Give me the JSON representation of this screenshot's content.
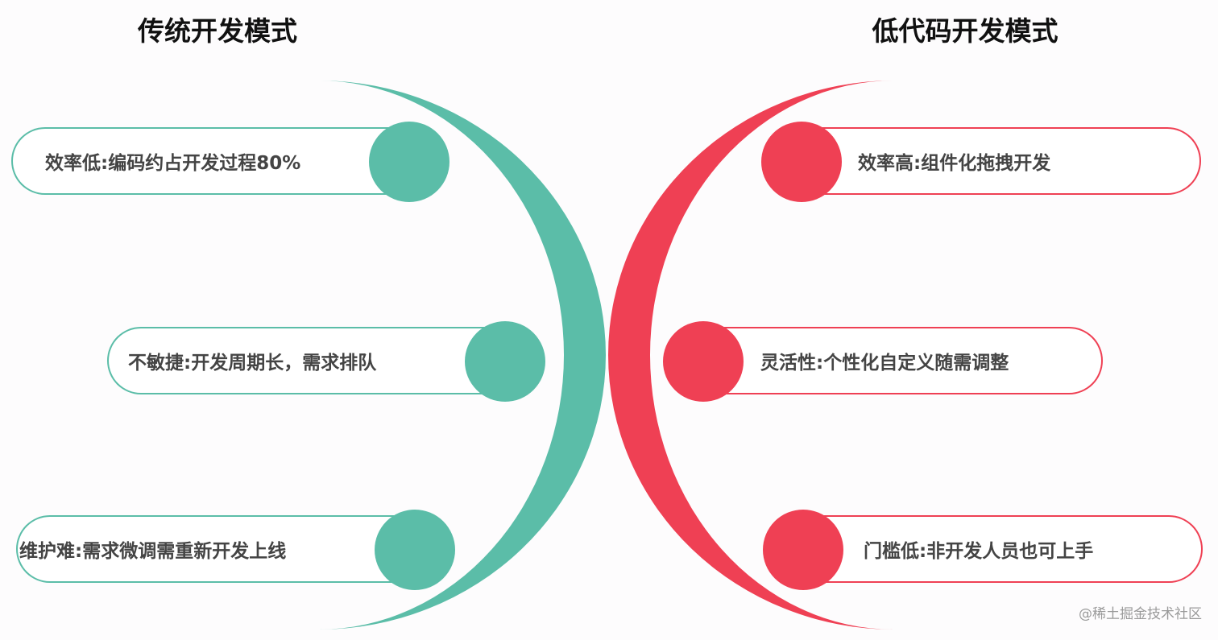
{
  "titles": {
    "left": "传统开发模式",
    "right": "低代码开发模式"
  },
  "colors": {
    "traditional": "#5bbda8",
    "lowcode": "#ef4054"
  },
  "traditional": [
    {
      "text": "效率低:编码约占开发过程80%"
    },
    {
      "text": "不敏捷:开发周期长，需求排队"
    },
    {
      "text": "维护难:需求微调需重新开发上线"
    }
  ],
  "lowcode": [
    {
      "text": "效率高:组件化拖拽开发"
    },
    {
      "text": "灵活性:个性化自定义随需调整"
    },
    {
      "text": "门槛低:非开发人员也可上手"
    }
  ],
  "watermark": "@稀土掘金技术社区"
}
